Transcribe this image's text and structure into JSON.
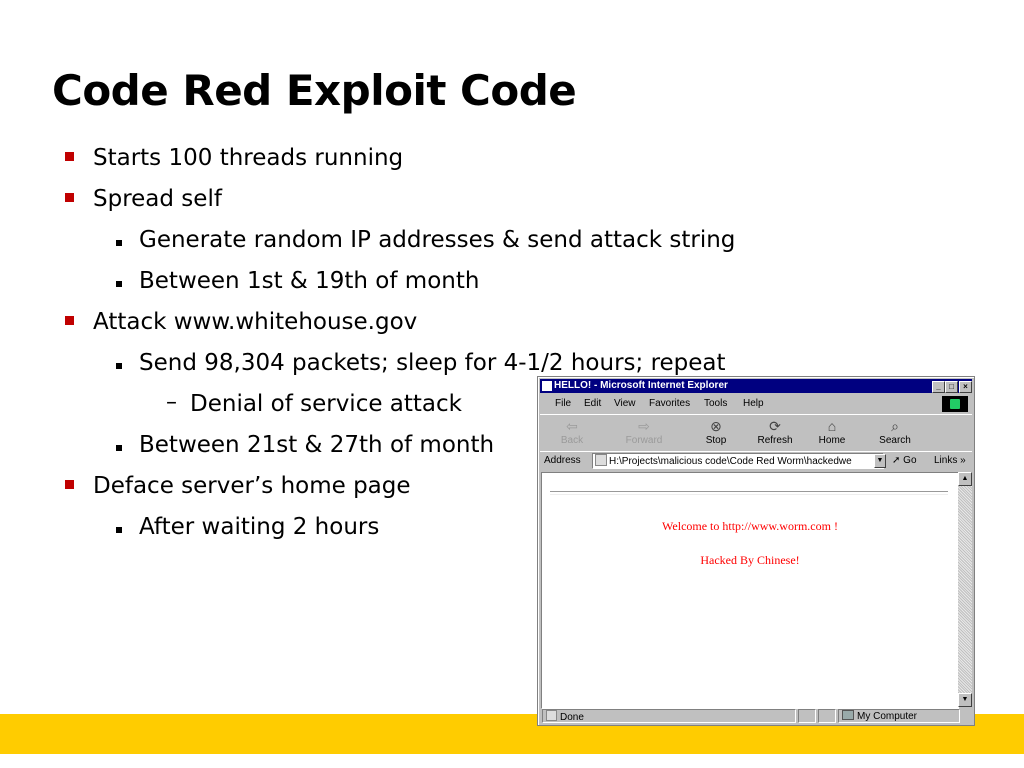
{
  "slide": {
    "title": "Code Red Exploit Code",
    "bullets": [
      "Starts 100 threads running",
      "Spread self",
      "Generate random IP addresses & send attack string",
      "Between 1st & 19th of month",
      "Attack www.whitehouse.gov",
      "Send 98,304 packets; sleep for 4-1/2 hours; repeat",
      "Denial of service attack",
      "Between 21st & 27th of month",
      "Deface server’s home page",
      "After waiting 2 hours"
    ],
    "dash_marker": "–",
    "footer_color": "#ffcc00",
    "bullet_color": "#c00000"
  },
  "browser": {
    "title": "HELLO! - Microsoft Internet Explorer",
    "menu": [
      "File",
      "Edit",
      "View",
      "Favorites",
      "Tools",
      "Help"
    ],
    "toolbar": [
      {
        "label": "Back",
        "icon": "back-arrow-icon",
        "enabled": false
      },
      {
        "label": "Forward",
        "icon": "forward-arrow-icon",
        "enabled": false
      },
      {
        "label": "Stop",
        "icon": "stop-icon",
        "enabled": true
      },
      {
        "label": "Refresh",
        "icon": "refresh-icon",
        "enabled": true
      },
      {
        "label": "Home",
        "icon": "home-icon",
        "enabled": true
      },
      {
        "label": "Search",
        "icon": "search-icon",
        "enabled": true
      }
    ],
    "address_label": "Address",
    "address_value": "H:\\Projects\\malicious code\\Code Red Worm\\hackedwe",
    "go_label": "Go",
    "links_label": "Links",
    "content": {
      "line1": "Welcome to http://www.worm.com !",
      "line2": "Hacked By Chinese!"
    },
    "status": {
      "text": "Done",
      "zone": "My Computer"
    }
  }
}
